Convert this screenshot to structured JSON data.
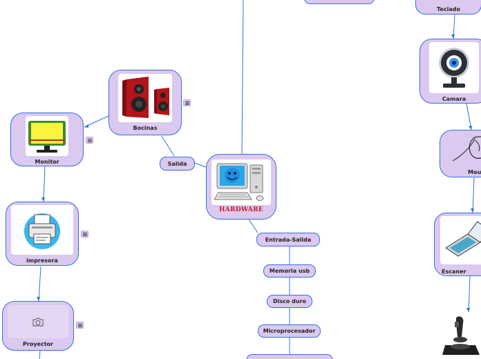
{
  "central": {
    "label": "HARDWARE",
    "image": "computer-smiley-icon"
  },
  "branches": {
    "salida": "Salida",
    "entrada_salida": "Entrada-Salida"
  },
  "output_devices": [
    {
      "label": "Bocinas",
      "image": "speakers-icon"
    },
    {
      "label": "Monitor",
      "image": "monitor-icon"
    },
    {
      "label": "impresora",
      "image": "printer-icon"
    },
    {
      "label": "Proyector",
      "image": "camera-placeholder-icon"
    }
  ],
  "input_devices": [
    {
      "label": "Teclado",
      "image": "keyboard-icon"
    },
    {
      "label": "Camara",
      "image": "webcam-icon"
    },
    {
      "label": "Mouse",
      "image": "mouse-icon"
    },
    {
      "label": "Escaner",
      "image": "scanner-icon"
    },
    {
      "label": "",
      "image": "joystick-icon"
    }
  ],
  "io_items": [
    "Memoria usb",
    "Disco duro",
    "Microprocesador",
    ""
  ],
  "colors": {
    "node_fill": "#dcc9ef",
    "border": "#2f6fe0",
    "title": "#d4142a"
  }
}
